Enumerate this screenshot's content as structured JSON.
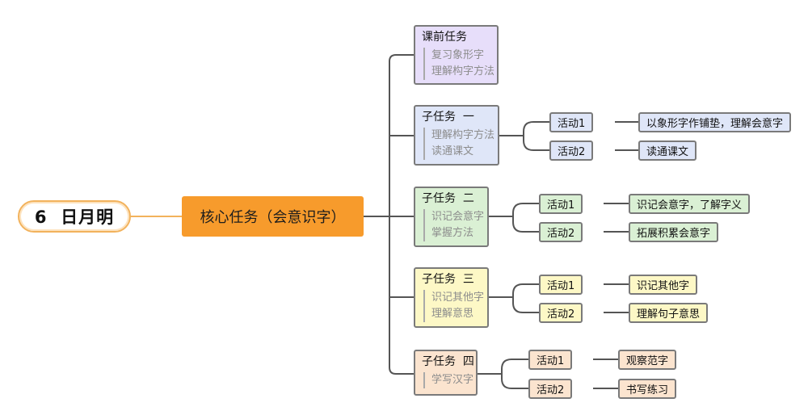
{
  "root": {
    "label": "6  日月明"
  },
  "core": {
    "label": "核心任务（会意识字）"
  },
  "tasks": [
    {
      "title": "课前任务",
      "notes": [
        "复习象形字",
        "理解构字方法"
      ],
      "activities": []
    },
    {
      "title": "子任务  一",
      "notes": [
        "理解构字方法",
        "读通课文"
      ],
      "activities": [
        {
          "label": "活动1",
          "desc": "以象形字作铺垫，理解会意字"
        },
        {
          "label": "活动2",
          "desc": "读通课文"
        }
      ]
    },
    {
      "title": "子任务  二",
      "notes": [
        "识记会意字",
        "掌握方法"
      ],
      "activities": [
        {
          "label": "活动1",
          "desc": "识记会意字，了解字义"
        },
        {
          "label": "活动2",
          "desc": "拓展积累会意字"
        }
      ]
    },
    {
      "title": "子任务  三",
      "notes": [
        "识记其他字",
        "理解意思"
      ],
      "activities": [
        {
          "label": "活动1",
          "desc": "识记其他字"
        },
        {
          "label": "活动2",
          "desc": "理解句子意思"
        }
      ]
    },
    {
      "title": "子任务  四",
      "notes": [
        "学写汉字"
      ],
      "activities": [
        {
          "label": "活动1",
          "desc": "观察范字"
        },
        {
          "label": "活动2",
          "desc": "书写练习"
        }
      ]
    }
  ],
  "colors": {
    "root_border": "#f2b25c",
    "core_fill": "#f79b2c",
    "purple": "#e7defa",
    "blue": "#dfe6f8",
    "green": "#daf0d4",
    "yellow": "#fdf8c6",
    "peach": "#fbe4cf",
    "connector": "#555555"
  }
}
